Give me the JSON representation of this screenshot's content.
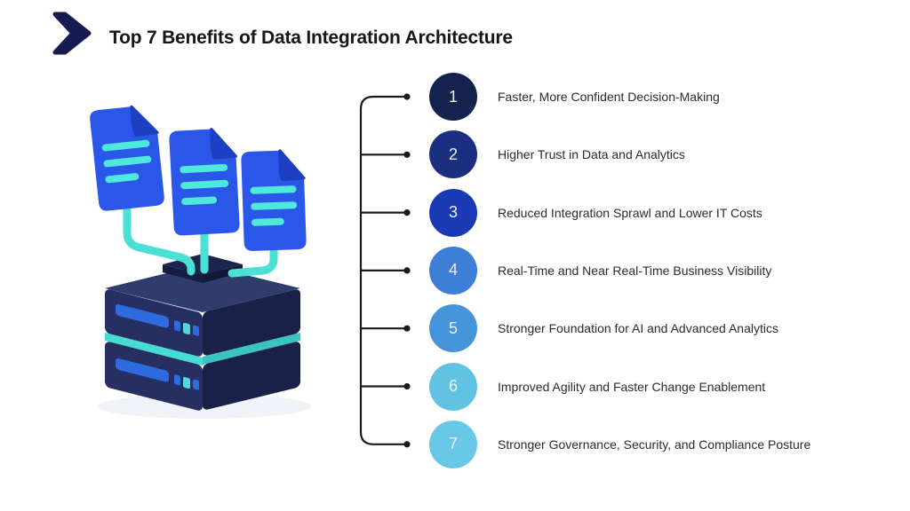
{
  "page": {
    "background": "#ffffff"
  },
  "header": {
    "title": "Top 7 Benefits of Data Integration Architecture",
    "logo": {
      "icon": "chevron-right-icon",
      "color": "#161b52"
    }
  },
  "illustration": {
    "description": "three-documents-connected-to-two-tier-server",
    "colors": {
      "document_blue": "#2a57e8",
      "fold_blue": "#1d3fc2",
      "tube_teal": "#4ae0d6",
      "server_front": "#272f62",
      "server_side": "#1a2148",
      "server_top": "#313c6e",
      "platform_dark": "#1c2550",
      "band_teal": "#46dcd4",
      "slot_blue": "#2e6ae0",
      "button_teal": "#4fd8e0",
      "doc_line_teal": "#4fe8dc"
    }
  },
  "benefits": {
    "connector_color": "#1a1a1a",
    "items": [
      {
        "number": "1",
        "label": "Faster, More Confident Decision-Making",
        "color": "#14234d"
      },
      {
        "number": "2",
        "label": "Higher Trust in Data and Analytics",
        "color": "#1c2e80"
      },
      {
        "number": "3",
        "label": "Reduced Integration Sprawl and Lower IT Costs",
        "color": "#1a3ab5"
      },
      {
        "number": "4",
        "label": "Real-Time and Near Real-Time Business Visibility",
        "color": "#3d7ed6"
      },
      {
        "number": "5",
        "label": "Stronger Foundation for AI and Advanced Analytics",
        "color": "#4495da"
      },
      {
        "number": "6",
        "label": "Improved Agility and Faster Change Enablement",
        "color": "#62c2e2"
      },
      {
        "number": "7",
        "label": "Stronger Governance, Security, and Compliance Posture",
        "color": "#68c8e6"
      }
    ]
  }
}
